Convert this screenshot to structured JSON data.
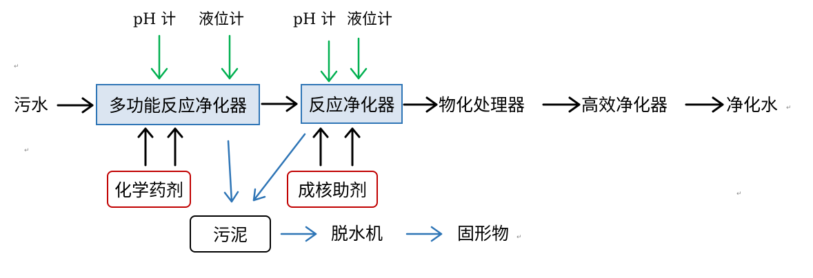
{
  "labels": {
    "sewage": "污水",
    "phys_chem_processor": "物化处理器",
    "high_eff_purifier": "高效净化器",
    "clean_water": "净化水",
    "dewatering_machine": "脱水机",
    "solids": "固形物",
    "ph_meter_1": "pH 计",
    "level_meter_1": "液位计",
    "ph_meter_2": "pH 计",
    "level_meter_2": "液位计"
  },
  "boxes": {
    "multi_purifier": "多功能反应净化器",
    "reaction_purifier": "反应净化器",
    "chemicals": "化学药剂",
    "nucleation_aid": "成核助剂",
    "sludge": "污泥"
  },
  "colors": {
    "green_arrow": "#00b050",
    "blue_arrow": "#2e75b6",
    "black_arrow": "#000000",
    "process_box_fill": "#dbe5f1",
    "process_box_border": "#2e75b6",
    "additive_box_border": "#c00000"
  },
  "marks": {
    "paragraph": "↵"
  }
}
